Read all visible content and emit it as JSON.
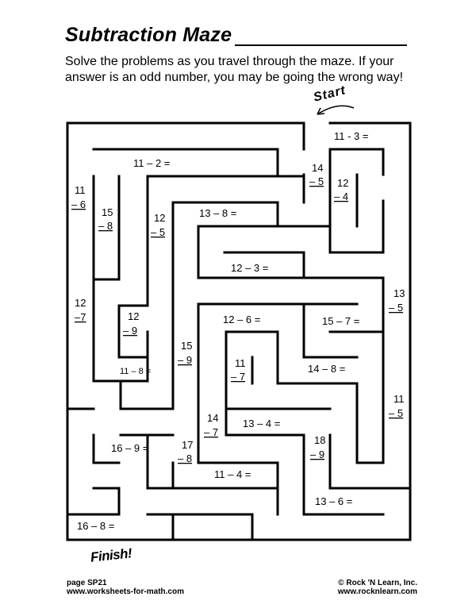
{
  "header": {
    "title": "Subtraction Maze",
    "instructions": "Solve the problems as you travel through the maze. If your answer is an odd number, you may be going the wrong way!"
  },
  "maze": {
    "start_label": "Start",
    "finish_label": "Finish!",
    "horizontal_problems": [
      {
        "text": "11 - 3 ="
      },
      {
        "text": "11 – 2 ="
      },
      {
        "text": "13 – 8 ="
      },
      {
        "text": "12 – 3 ="
      },
      {
        "text": "12 – 6 ="
      },
      {
        "text": "15 – 7 ="
      },
      {
        "text": "11 – 8 ="
      },
      {
        "text": "14 – 8 ="
      },
      {
        "text": "13 – 4 ="
      },
      {
        "text": "16 – 9 ="
      },
      {
        "text": "11 – 4 ="
      },
      {
        "text": "13 – 6 ="
      },
      {
        "text": "16 – 8 ="
      }
    ],
    "vertical_problems": [
      {
        "top": "14",
        "bottom": "– 5"
      },
      {
        "top": "12",
        "bottom": "– 4"
      },
      {
        "top": "11",
        "bottom": "– 6"
      },
      {
        "top": "15",
        "bottom": "– 8"
      },
      {
        "top": "12",
        "bottom": "– 5"
      },
      {
        "top": "13",
        "bottom": "– 5"
      },
      {
        "top": "12",
        "bottom": "–7"
      },
      {
        "top": "12",
        "bottom": "– 9"
      },
      {
        "top": "15",
        "bottom": "– 9"
      },
      {
        "top": "11",
        "bottom": "– 7"
      },
      {
        "top": "11",
        "bottom": "– 5"
      },
      {
        "top": "14",
        "bottom": "– 7"
      },
      {
        "top": "18",
        "bottom": "– 9"
      },
      {
        "top": "17",
        "bottom": "– 8"
      }
    ]
  },
  "footer": {
    "page_label": "page SP21",
    "left_url": "www.worksheets-for-math.com",
    "copyright": "© Rock 'N Learn, Inc.",
    "right_url": "www.rocknlearn.com"
  }
}
